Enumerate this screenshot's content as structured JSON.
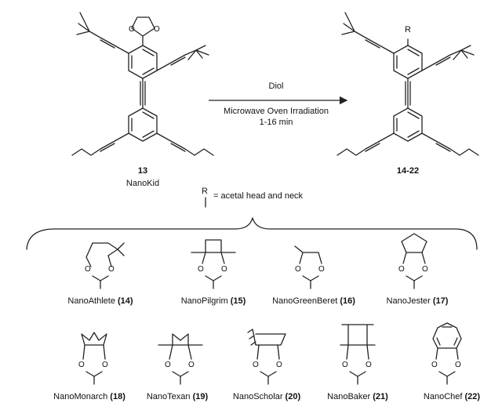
{
  "reaction": {
    "reagent": "Diol",
    "conditions_line1": "Microwave Oven Irradiation",
    "conditions_line2": "1-16 min",
    "reactant_number": "13",
    "reactant_name": "NanoKid",
    "product_number": "14-22",
    "r_group_symbol": "R",
    "r_atom_label": "R",
    "r_definition": "= acetal head and neck"
  },
  "atom_labels": {
    "oxygen": "O"
  },
  "variants": [
    {
      "name": "NanoAthlete",
      "number": "(14)"
    },
    {
      "name": "NanoPilgrim",
      "number": "(15)"
    },
    {
      "name": "NanoGreenBeret",
      "number": "(16)"
    },
    {
      "name": "NanoJester",
      "number": "(17)"
    },
    {
      "name": "NanoMonarch",
      "number": "(18)"
    },
    {
      "name": "NanoTexan",
      "number": "(19)"
    },
    {
      "name": "NanoScholar",
      "number": "(20)"
    },
    {
      "name": "NanoBaker",
      "number": "(21)"
    },
    {
      "name": "NanoChef",
      "number": "(22)"
    }
  ]
}
